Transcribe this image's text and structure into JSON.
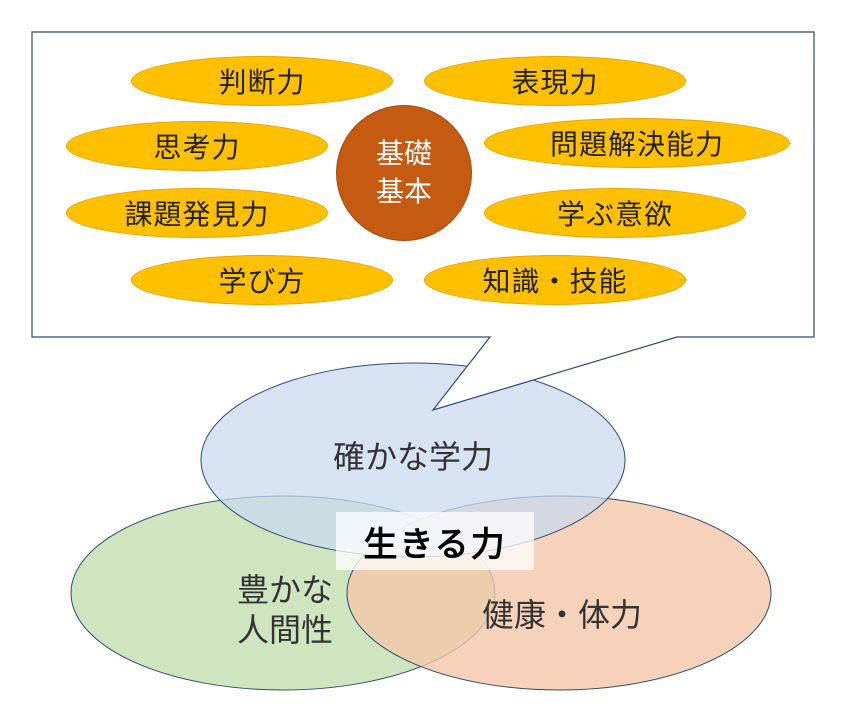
{
  "diagram": {
    "core": {
      "line1": "基礎",
      "line2": "基本"
    },
    "skills": [
      {
        "label": "判断力"
      },
      {
        "label": "表現力"
      },
      {
        "label": "思考力"
      },
      {
        "label": "問題解決能力"
      },
      {
        "label": "課題発見力"
      },
      {
        "label": "学ぶ意欲"
      },
      {
        "label": "学び方"
      },
      {
        "label": "知識・技能"
      }
    ],
    "circles": {
      "academic": {
        "label": "確かな学力",
        "color": "#c9d8ee"
      },
      "humanity": {
        "line1": "豊かな",
        "line2": "人間性",
        "color": "#c5e0b4"
      },
      "health": {
        "label": "健康・体力",
        "color": "#f4c7a9"
      }
    },
    "center": {
      "label": "生きる力"
    },
    "colors": {
      "pill": "#ffc000",
      "core": "#c55a11",
      "outline": "#2f4b6e"
    }
  }
}
